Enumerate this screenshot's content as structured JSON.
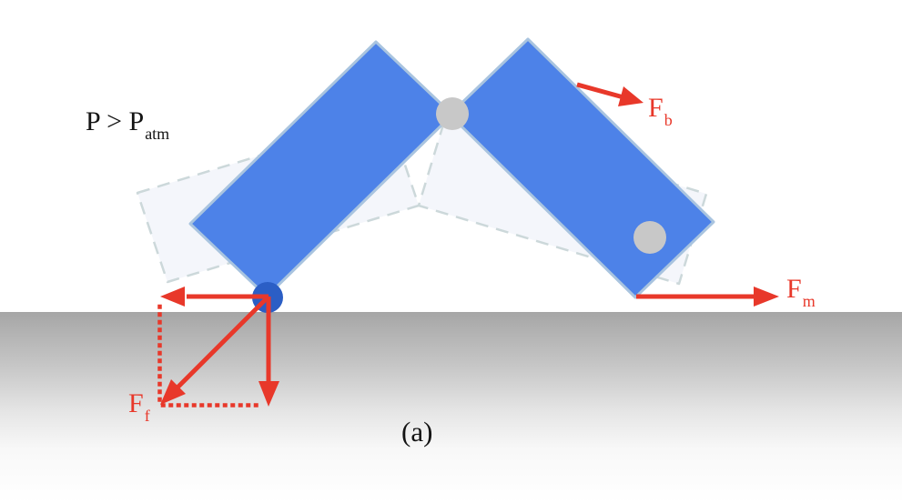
{
  "diagram": {
    "pressure_label": {
      "base": "P > P",
      "subscript": "atm"
    },
    "force_labels": {
      "fb": {
        "base": "F",
        "subscript": "b"
      },
      "fm": {
        "base": "F",
        "subscript": "m"
      },
      "ff": {
        "base": "F",
        "subscript": "f"
      }
    },
    "caption": "(a)"
  },
  "colors": {
    "link_fill": "#4d82e8",
    "link_border": "#a9c4df",
    "ghost_fill": "#f4f6fb",
    "ghost_stroke": "#ccd8da",
    "joint_gray": "#c8c8c8",
    "pivot_blue": "#2b5ec5",
    "arrow_red": "#e8382a",
    "ground_gray_top": "#a6a6a6"
  }
}
